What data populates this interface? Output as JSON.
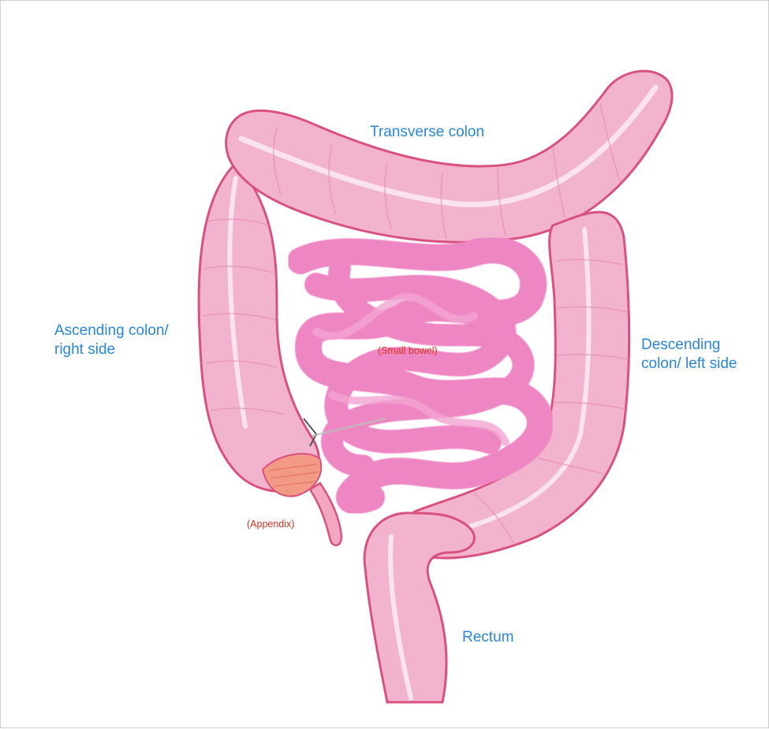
{
  "colors": {
    "region_label": "#2a86d6",
    "minor_label": "#d8321e",
    "colon_fill": "#f2b3cf",
    "colon_outline": "#d9517f",
    "colon_highlight": "#fbe3ee",
    "small_bowel": "#ee86c3",
    "appendix_band": "#f29a86"
  },
  "labels": {
    "transverse_colon": "Transverse colon",
    "ascending_colon_line1": "Ascending colon/",
    "ascending_colon_line2": "right side",
    "descending_colon_line1": "Descending",
    "descending_colon_line2": "colon/ left side",
    "rectum": "Rectum",
    "small_bowel": "(Small bowel)",
    "appendix": "(Appendix)"
  }
}
